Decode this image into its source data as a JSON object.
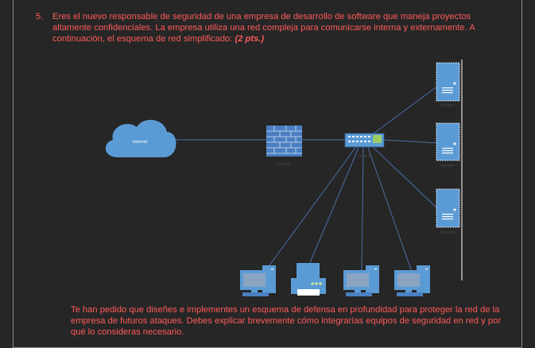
{
  "question": {
    "number": "5.",
    "text": "Eres el nuevo responsable de seguridad de una empresa de desarrollo de software que maneja proyectos altamente confidenciales. La empresa utiliza una red compleja para comunicarse interna y externamente. A continuación, el esquema de red simplificado: ",
    "points": "(2 pts.)"
  },
  "diagram": {
    "internet_label": "Internet",
    "firewall_label": "Firewall",
    "switch_label": "Switch",
    "server_labels": [
      "Servidor",
      "Servidor",
      "Servidor"
    ],
    "colors": {
      "device": "#5b9bd5",
      "firewall": "#4a7fc1",
      "cloud": "#5b9bd5",
      "link": "#4a6fa5"
    }
  },
  "task": {
    "text": "Te han pedido que diseñes e implementes un esquema de defensa en profundidad para proteger la red de la empresa de futuros ataques. Debes explicar brevemente cómo integrarías equipos de seguridad en red y por qué lo consideras necesario."
  }
}
